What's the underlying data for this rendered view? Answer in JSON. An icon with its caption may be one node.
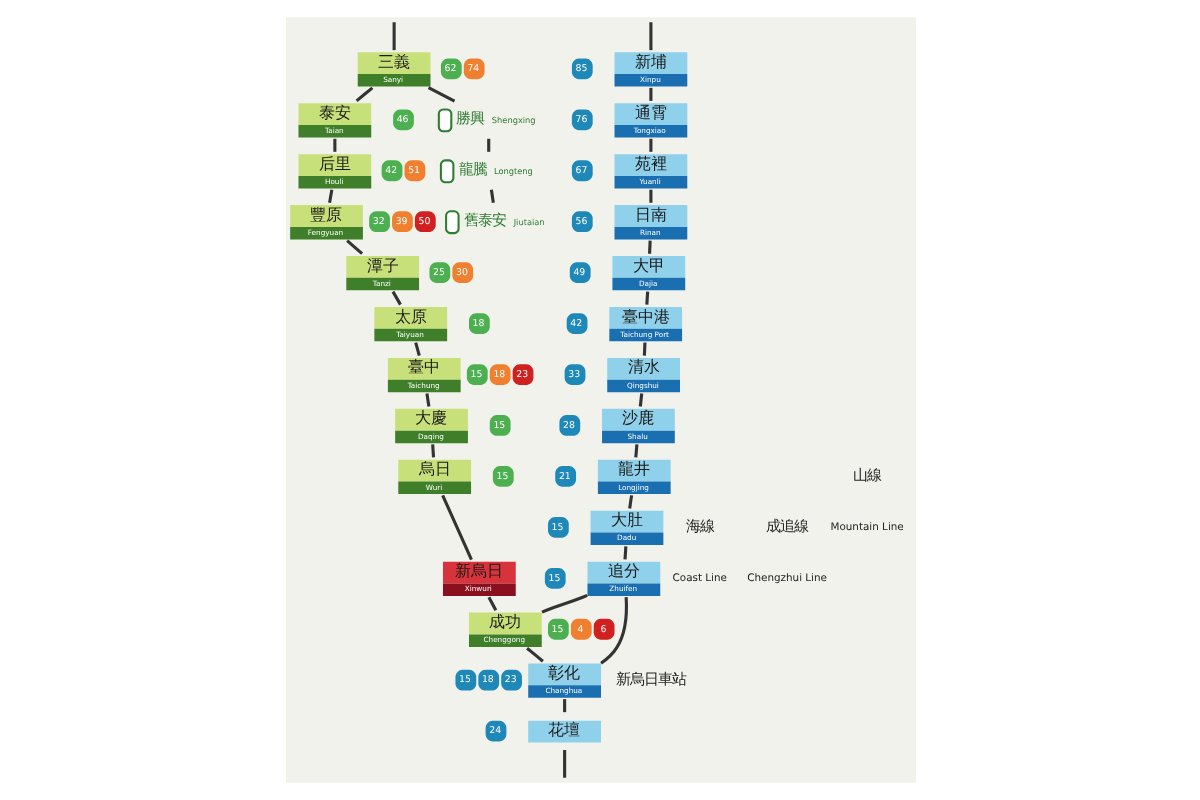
{
  "diagram": {
    "nodes": [
      {
        "text": [
          "新埔",
          "Xinpu"
        ],
        "beside": [
          "85"
        ]
      },
      {
        "text": [
          "通霄",
          "Tongxiao"
        ],
        "beside": [
          "76"
        ]
      },
      {
        "text": [
          "苑裡",
          "Yuanli"
        ],
        "beside": [
          "67"
        ]
      },
      {
        "text": [
          "日南",
          "Rinan"
        ],
        "beside": [
          "56"
        ]
      },
      {
        "text": [
          "大甲",
          "Dajia"
        ],
        "beside": [
          "49"
        ]
      },
      {
        "text": [
          "臺中港",
          "Taichung Port"
        ],
        "beside": [
          "42"
        ]
      },
      {
        "text": [
          "清水",
          "Qingshui"
        ],
        "beside": [
          "33"
        ]
      },
      {
        "text": [
          "沙鹿",
          "Shalu"
        ],
        "beside": [
          "28"
        ]
      },
      {
        "text": [
          "龍井",
          "Longjing"
        ],
        "beside": [
          "21"
        ]
      },
      {
        "text": [
          "大肚",
          "Dadu"
        ],
        "beside": [
          "15"
        ]
      },
      {
        "text": [
          "追分",
          "Zhuifen"
        ],
        "beside": [
          "15"
        ]
      },
      {
        "text": [
          "三義",
          "Sanyi"
        ],
        "beside": [
          "62",
          "74"
        ]
      },
      {
        "text": [
          "泰安",
          "Taian"
        ],
        "beside": [
          "46"
        ]
      },
      {
        "text": [
          "后里",
          "Houli"
        ],
        "beside": [
          "42",
          "51"
        ]
      },
      {
        "text": [
          "豐原",
          "Fengyuan"
        ],
        "beside": [
          "32",
          "39",
          "50"
        ]
      },
      {
        "text": [
          "潭子",
          "Tanzi"
        ],
        "beside": [
          "25",
          "30"
        ]
      },
      {
        "text": [
          "太原",
          "Taiyuan"
        ],
        "beside": [
          "18"
        ]
      },
      {
        "text": [
          "臺中",
          "Taichung"
        ],
        "beside": [
          "15",
          "18",
          "23"
        ]
      },
      {
        "text": [
          "大慶",
          "Daqing"
        ],
        "beside": [
          "15"
        ]
      },
      {
        "text": [
          "烏日",
          "Wuri"
        ],
        "beside": [
          "15"
        ]
      },
      {
        "text": [
          "新烏日",
          "Xinwuri"
        ]
      },
      {
        "text": [
          "成功",
          "Chenggong"
        ],
        "beside": [
          "15",
          "4",
          "6"
        ]
      },
      {
        "text": [
          "彰化",
          "Changhua"
        ],
        "beside": [
          "15",
          "18",
          "23"
        ]
      },
      {
        "text": [
          "花壇"
        ],
        "beside": [
          "24"
        ]
      },
      {
        "text": [
          "勝興",
          "Shengxing"
        ]
      },
      {
        "text": [
          "龍騰",
          "Longteng"
        ]
      },
      {
        "text": [
          "舊泰安",
          "Jiutaian"
        ]
      }
    ],
    "edges": [
      {
        "from": null,
        "to": 0,
        "arrow": "none"
      },
      {
        "from": 0,
        "to": 1,
        "arrow": "none"
      },
      {
        "from": 1,
        "to": 2,
        "arrow": "none"
      },
      {
        "from": 2,
        "to": 3,
        "arrow": "none"
      },
      {
        "from": 3,
        "to": 4,
        "arrow": "none"
      },
      {
        "from": 4,
        "to": 5,
        "arrow": "none"
      },
      {
        "from": 5,
        "to": 6,
        "arrow": "none"
      },
      {
        "from": 6,
        "to": 7,
        "arrow": "none"
      },
      {
        "from": 7,
        "to": 8,
        "arrow": "none"
      },
      {
        "from": 8,
        "to": 9,
        "arrow": "none"
      },
      {
        "from": 9,
        "to": 10,
        "arrow": "none"
      },
      {
        "from": null,
        "to": 11,
        "arrow": "none"
      },
      {
        "from": 11,
        "to": 12,
        "arrow": "none"
      },
      {
        "from": 12,
        "to": 13,
        "arrow": "none"
      },
      {
        "from": 13,
        "to": 14,
        "arrow": "none"
      },
      {
        "from": 14,
        "to": 15,
        "arrow": "none"
      },
      {
        "from": 15,
        "to": 16,
        "arrow": "none"
      },
      {
        "from": 16,
        "to": 17,
        "arrow": "none"
      },
      {
        "from": 17,
        "to": 18,
        "arrow": "none"
      },
      {
        "from": 18,
        "to": 19,
        "arrow": "none"
      },
      {
        "from": 19,
        "to": 20,
        "arrow": "none"
      },
      {
        "from": 20,
        "to": 21,
        "arrow": "none"
      },
      {
        "from": 10,
        "to": 21,
        "arrow": "none"
      },
      {
        "from": 10,
        "to": 22,
        "arrow": "none"
      },
      {
        "from": 21,
        "to": 22,
        "arrow": "none"
      },
      {
        "from": 22,
        "to": 23,
        "arrow": "none"
      },
      {
        "from": 23,
        "to": null,
        "arrow": "none"
      },
      {
        "from": 11,
        "to": 24,
        "arrow": "none"
      },
      {
        "from": 24,
        "to": 25,
        "arrow": "none"
      },
      {
        "from": 25,
        "to": 26,
        "arrow": "none"
      }
    ],
    "labels": [
      "海線",
      "Coast Line",
      "成追線",
      "Chengzhui Line",
      "山線",
      "Mountain Line",
      "新烏日車站"
    ]
  }
}
